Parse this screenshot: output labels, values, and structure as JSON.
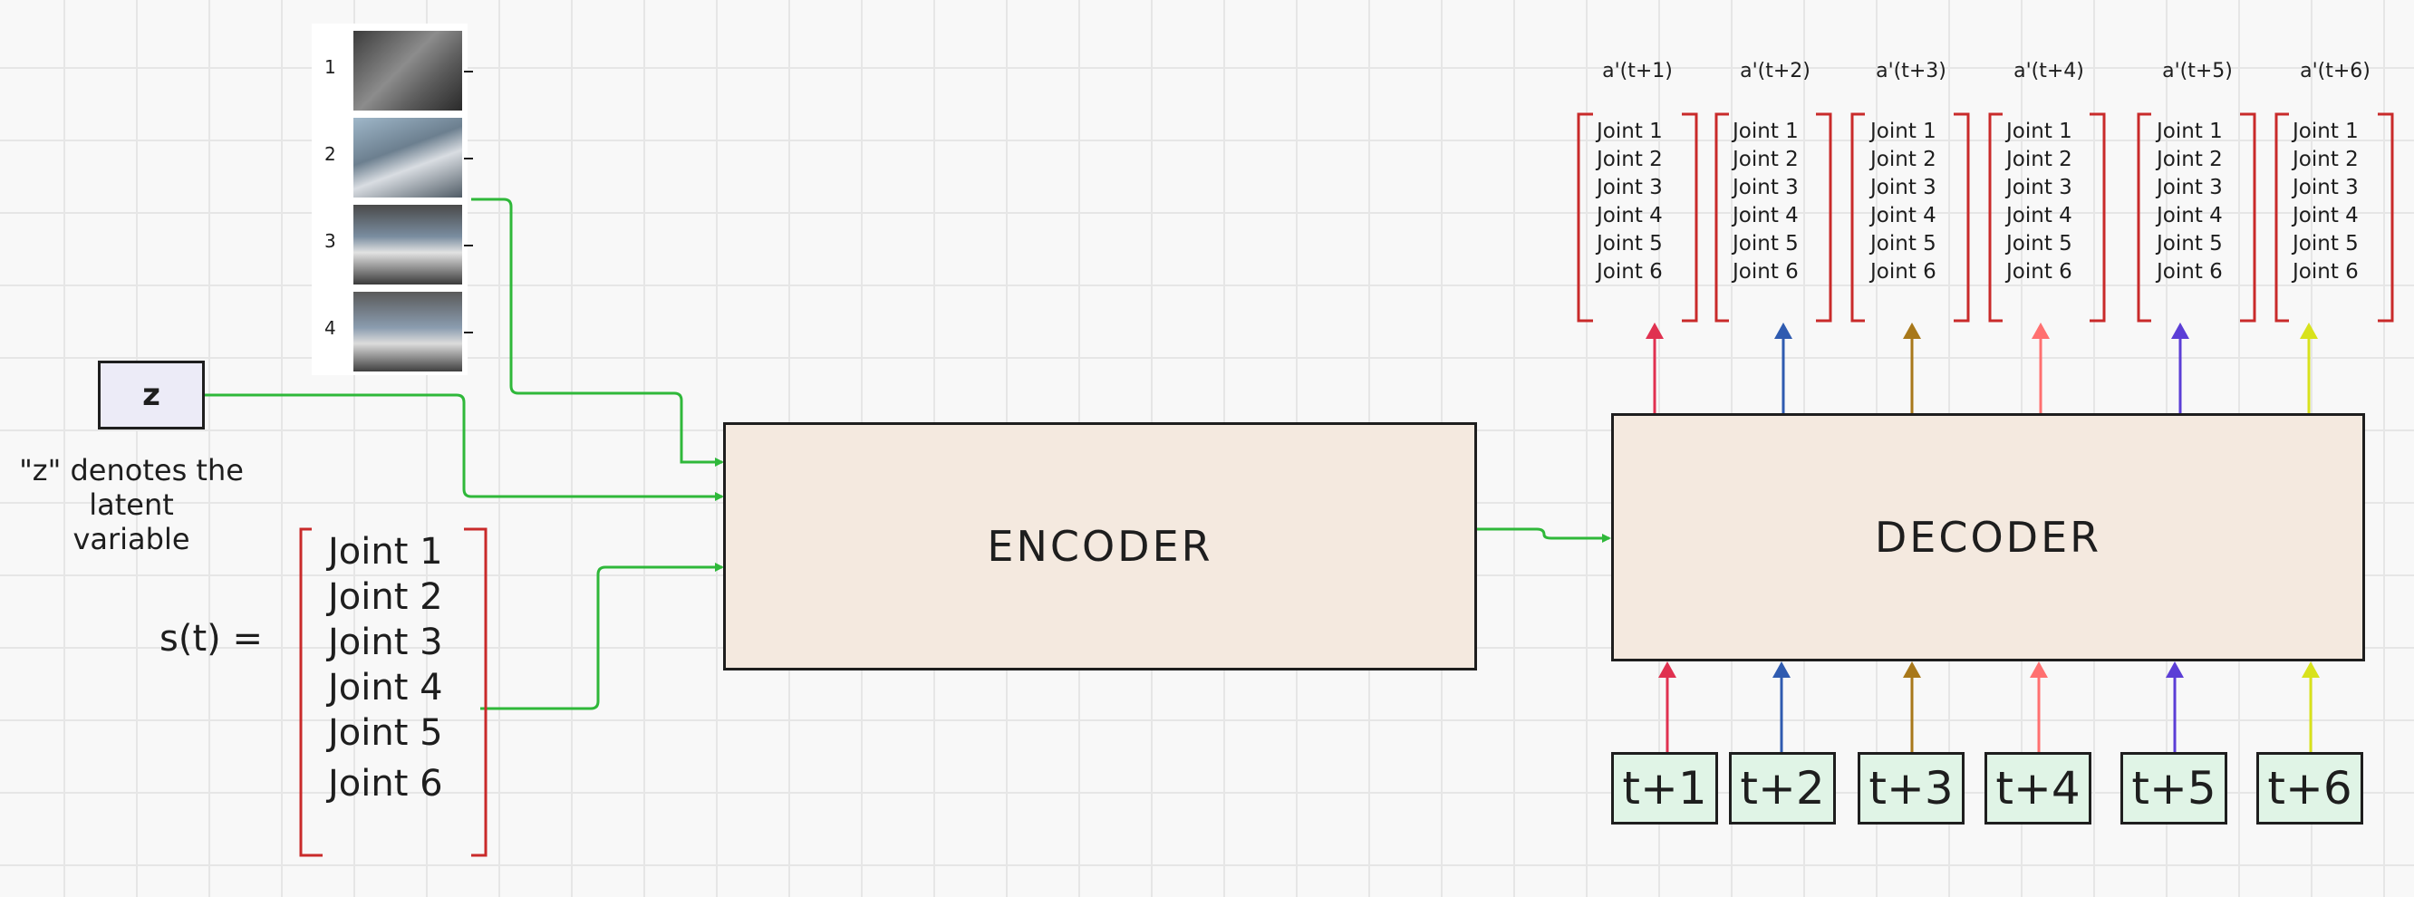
{
  "encoder": {
    "label": "ENCODER"
  },
  "decoder": {
    "label": "DECODER"
  },
  "latent": {
    "label": "z",
    "note": [
      "\"z\" denotes the",
      "latent",
      "variable"
    ]
  },
  "state": {
    "label": "s(t) =",
    "joints": [
      "Joint 1",
      "Joint 2",
      "Joint 3",
      "Joint 4",
      "Joint 5",
      "Joint 6"
    ]
  },
  "frames": {
    "numbers": [
      "1",
      "2",
      "3",
      "4"
    ]
  },
  "outputs": [
    {
      "title": "a'(t+1)",
      "joints": [
        "Joint 1",
        "Joint 2",
        "Joint 3",
        "Joint 4",
        "Joint 5",
        "Joint 6"
      ],
      "arrow_color": "#e03150"
    },
    {
      "title": "a'(t+2)",
      "joints": [
        "Joint 1",
        "Joint 2",
        "Joint 3",
        "Joint 4",
        "Joint 5",
        "Joint 6"
      ],
      "arrow_color": "#2f5bb0"
    },
    {
      "title": "a'(t+3)",
      "joints": [
        "Joint 1",
        "Joint 2",
        "Joint 3",
        "Joint 4",
        "Joint 5",
        "Joint 6"
      ],
      "arrow_color": "#a8781a"
    },
    {
      "title": "a'(t+4)",
      "joints": [
        "Joint 1",
        "Joint 2",
        "Joint 3",
        "Joint 4",
        "Joint 5",
        "Joint 6"
      ],
      "arrow_color": "#ff7070"
    },
    {
      "title": "a'(t+5)",
      "joints": [
        "Joint 1",
        "Joint 2",
        "Joint 3",
        "Joint 4",
        "Joint 5",
        "Joint 6"
      ],
      "arrow_color": "#5b3ed6"
    },
    {
      "title": "a'(t+6)",
      "joints": [
        "Joint 1",
        "Joint 2",
        "Joint 3",
        "Joint 4",
        "Joint 5",
        "Joint 6"
      ],
      "arrow_color": "#d8e21c"
    }
  ],
  "timesteps": [
    "t+1",
    "t+2",
    "t+3",
    "t+4",
    "t+5",
    "t+6"
  ],
  "colors": {
    "bracket": "#c92a2a",
    "connector": "#2fb83a",
    "block_fill": "#f4e9df",
    "step_fill": "#e0f4e6",
    "z_fill": "#ecebf7"
  }
}
